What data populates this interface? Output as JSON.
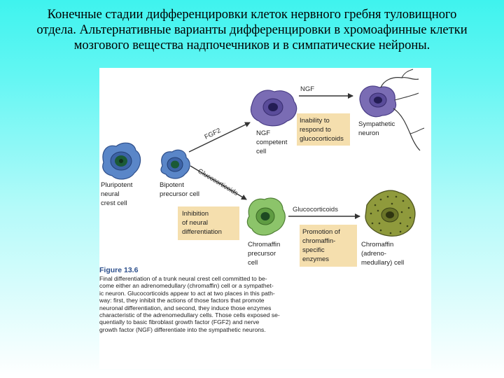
{
  "slide": {
    "title_lines": [
      "Конечные стадии дифференцировки клеток нервного гребня туловищного",
      "отдела. Альтернативные варианты дифференцировки в хромоафинные клетки",
      "мозгового вещества надпочечников и в симпатические нейроны."
    ]
  },
  "figure": {
    "arrow_labels": {
      "fgf2": "FGF2",
      "glucocorticoids_diagonal": "Glucocorticoids",
      "ngf": "NGF",
      "glucocorticoids_bottom": "Glucocorticoids"
    },
    "cells": {
      "pluripotent": [
        "Pluripotent",
        "neural",
        "crest cell"
      ],
      "bipotent": [
        "Bipotent",
        "precursor cell"
      ],
      "ngf_competent": [
        "NGF",
        "competent",
        "cell"
      ],
      "sympathetic": [
        "Sympathetic",
        "neuron"
      ],
      "chromaffin_precursor": [
        "Chromaffin",
        "precursor",
        "cell"
      ],
      "chromaffin": [
        "Chromaffin",
        "(adreno-",
        "medullary) cell"
      ]
    },
    "boxes": {
      "inability": [
        "Inability to",
        "respond to",
        "glucocorticoids"
      ],
      "inhibition": [
        "Inhibition",
        "of neural",
        "differentiation"
      ],
      "promotion": [
        "Promotion of",
        "chromaffin-",
        "specific",
        "enzymes"
      ]
    },
    "caption": {
      "figure_number": "Figure 13.6",
      "lines": [
        "Final differentiation of a trunk neural crest cell committed to be-",
        "come either an adrenomedullary (chromaffin) cell or a sympathet-",
        "ic neuron. Glucocorticoids appear to act at two places in this path-",
        "way: first, they inhibit the actions of those factors that promote",
        "neuronal differentiation, and second, they induce those enzymes",
        "characteristic of the adrenomedullary cells. Those cells exposed se-",
        "quentially to basic fibroblast growth factor (FGF2) and nerve",
        "growth factor (NGF) differentiate into the sympathetic neurons."
      ]
    }
  },
  "colors": {
    "background_top": "#3ff3ee",
    "blue_cell": "#5a86c8",
    "purple_cell": "#7a6cb4",
    "green_cell": "#8cc46a",
    "olive_cell": "#8f9a3c",
    "label_box": "#f5dfae",
    "figure_number": "#2c4f8c"
  }
}
